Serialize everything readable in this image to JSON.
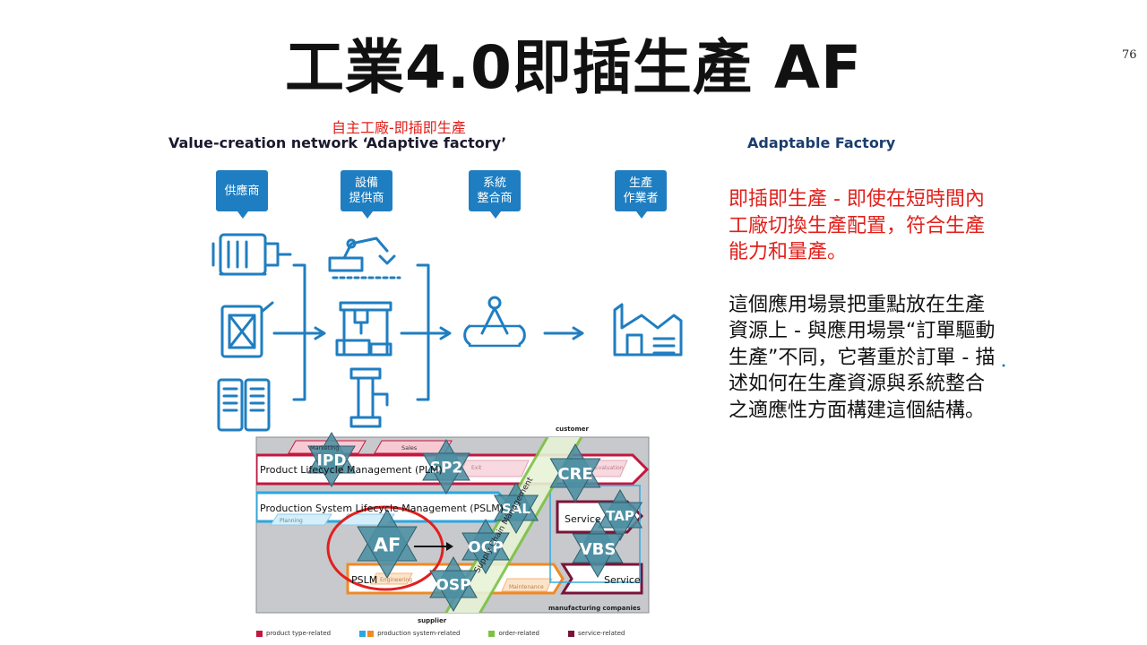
{
  "slide": {
    "title": "工業4.0即插生產 AF",
    "page_number": "76"
  },
  "figure": {
    "subtitle_red": "自主工廠-即插即生產",
    "title": "Value-creation network ‘Adaptive factory’",
    "right_title": "Adaptable Factory",
    "roles": [
      "供應商",
      "設備\n提供商",
      "系統\n整合商",
      "生產\n作業者"
    ]
  },
  "text_panel": {
    "red_paragraph": "即插即生產 - 即使在短時間內工廠切換生產配置，符合生產能力和量產。",
    "black_paragraph": "這個應用場景把重點放在生產資源上 - 與應用場景“訂單驅動生產”不同，它著重於訂單 - 描述如何在生產資源與系統整合之適應性方面構建這個結構。"
  },
  "lifecycle_diagram": {
    "label_customer": "customer",
    "label_supplier": "supplier",
    "label_manufacturing": "manufacturing companies",
    "lane_plm": "Product Lifecycle Management (PLM)",
    "lane_pslm": "Production System Lifecycle Management (PSLM)",
    "lane_pslm_short": "PSLM",
    "service_1": "Service",
    "service_2": "Service",
    "supply_chain": "Supply Chain Management",
    "small_marketing": "Marketing",
    "small_sales": "Sales",
    "small_planning": "Planning",
    "small_engineering": "Engineering",
    "small_maintenance": "Maintenance",
    "small_evaluation": "Evaluation",
    "small_exit": "Exit",
    "stars": [
      "IPD",
      "SP2",
      "CRE",
      "SAL",
      "TAP",
      "AF",
      "OCP",
      "VBS",
      "OSP"
    ],
    "legend": [
      "product type-related",
      "production system-related",
      "order-related",
      "service-related"
    ],
    "colors": {
      "product": "#c4173f",
      "production": "#2aa7df",
      "production_orange": "#f08a24",
      "order": "#7cc242",
      "service": "#7a1437",
      "star": "#4d8fa3",
      "highlight_circle": "#e21f1f"
    }
  }
}
